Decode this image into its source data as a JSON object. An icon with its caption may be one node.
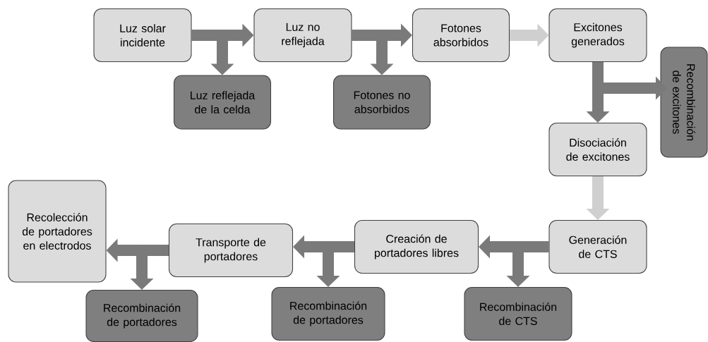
{
  "diagram": {
    "nodes": [
      {
        "text": [
          "Luz solar incidente"
        ]
      },
      {
        "text": [
          "Luz reflejada de la celda"
        ]
      },
      {
        "text": [
          "Luz no reflejada"
        ]
      },
      {
        "text": [
          "Fotones no absorbidos"
        ]
      },
      {
        "text": [
          "Fotones absorbidos"
        ]
      },
      {
        "text": [
          "Excitones generados"
        ]
      },
      {
        "text": [
          "Recombinación de excitones"
        ]
      },
      {
        "text": [
          "Disociación de excitones"
        ]
      },
      {
        "text": [
          "Generación de CTS"
        ]
      },
      {
        "text": [
          "Recombinación de CTS"
        ]
      },
      {
        "text": [
          "Creación de portadores libres"
        ]
      },
      {
        "text": [
          "Recombinación de portadores"
        ]
      },
      {
        "text": [
          "Transporte de portadores"
        ]
      },
      {
        "text": [
          "Recombinación de portadores"
        ]
      },
      {
        "text": [
          "Recolección de portadores en electrodos"
        ]
      }
    ],
    "edges": [
      {
        "from": 0,
        "to": 2,
        "arrow": "to"
      },
      {
        "from": 0,
        "to": 1,
        "arrow": "to"
      },
      {
        "from": 2,
        "to": 4,
        "arrow": "to"
      },
      {
        "from": 2,
        "to": 3,
        "arrow": "to"
      },
      {
        "from": 4,
        "to": 5,
        "arrow": "to",
        "color": "#cfcfcf"
      },
      {
        "from": 5,
        "to": 7,
        "arrow": "to"
      },
      {
        "from": 5,
        "to": 6,
        "arrow": "to"
      },
      {
        "from": 7,
        "to": 8,
        "arrow": "to",
        "color": "#cfcfcf"
      },
      {
        "from": 8,
        "to": 10,
        "arrow": "to"
      },
      {
        "from": 8,
        "to": 9,
        "arrow": "to"
      },
      {
        "from": 10,
        "to": 12,
        "arrow": "to"
      },
      {
        "from": 10,
        "to": 11,
        "arrow": "to"
      },
      {
        "from": 12,
        "to": 14,
        "arrow": "to"
      },
      {
        "from": 12,
        "to": 13,
        "arrow": "to"
      }
    ]
  }
}
